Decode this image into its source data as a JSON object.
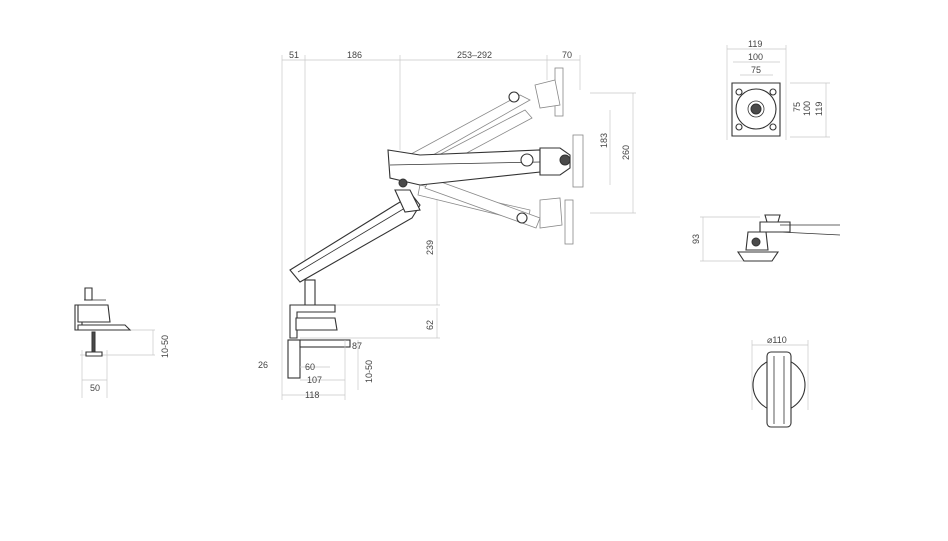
{
  "dimensions": {
    "top": [
      "51",
      "186",
      "253–292",
      "70"
    ],
    "vertical_right": [
      "183",
      "260"
    ],
    "arm_height": "239",
    "base_height": "62",
    "clamp_depth": "87",
    "clamp_range": "10-50",
    "base_26": "26",
    "base_60": "60",
    "base_107": "107",
    "base_118": "118",
    "left_clamp_range": "10-50",
    "left_clamp_width": "50",
    "vesa": [
      "119",
      "100",
      "75"
    ],
    "vesa_vertical": [
      "75",
      "100",
      "119"
    ],
    "tilt_height": "93",
    "pole_diameter": "⌀110"
  },
  "colors": {
    "line": "#333333",
    "dimension": "#c8c8c8",
    "text": "#444444"
  }
}
